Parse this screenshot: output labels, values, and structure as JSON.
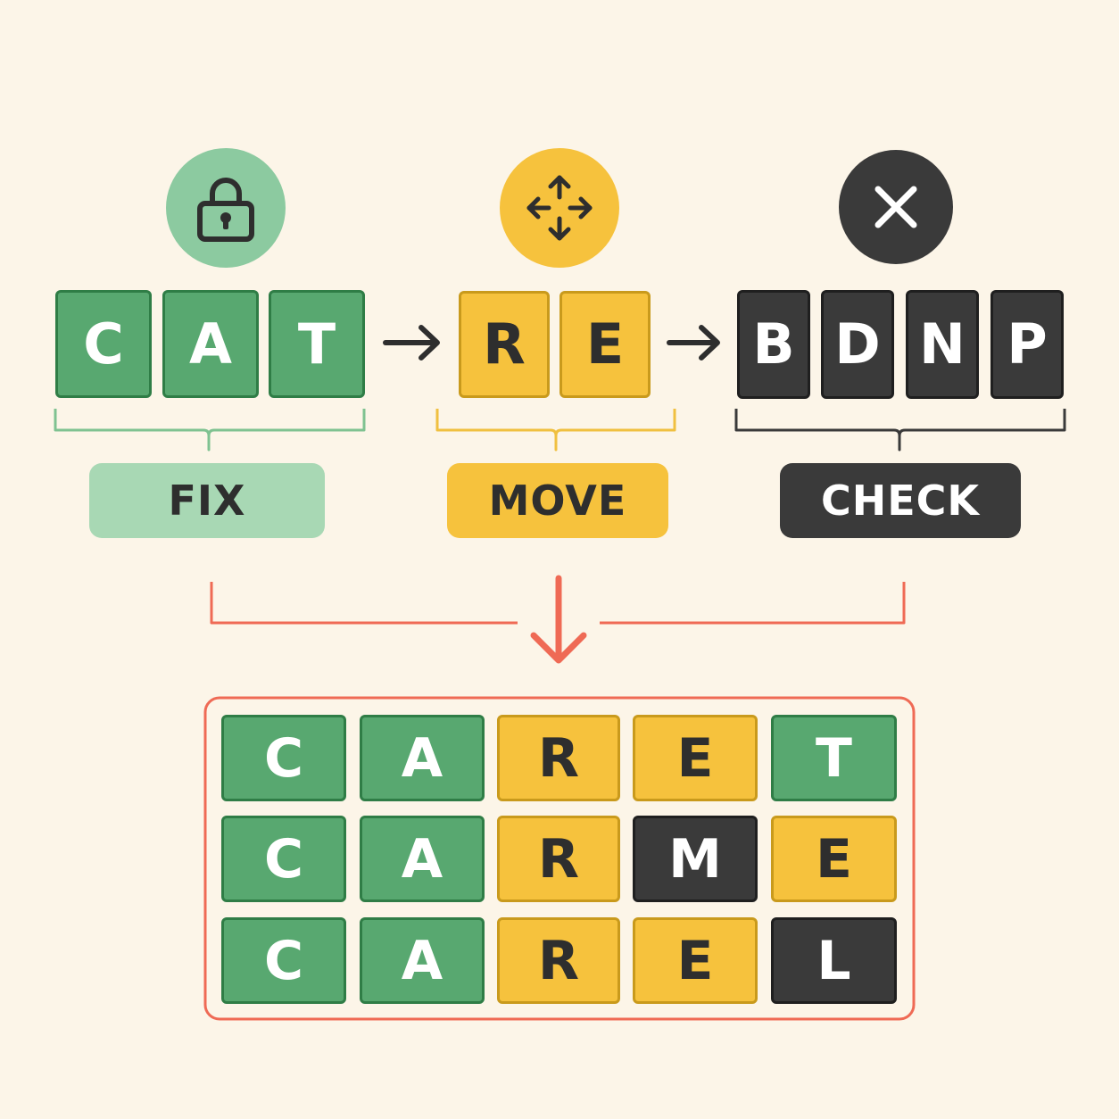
{
  "stages": [
    {
      "icon": "lock-icon",
      "letters": [
        "C",
        "A",
        "T"
      ],
      "label": "FIX",
      "color": "#58a870"
    },
    {
      "icon": "move-arrows-icon",
      "letters": [
        "R",
        "E"
      ],
      "label": "MOVE",
      "color": "#f6c23d"
    },
    {
      "icon": "close-x-icon",
      "letters": [
        "B",
        "D",
        "N",
        "P"
      ],
      "label": "CHECK",
      "color": "#3a3a3a"
    }
  ],
  "result_grid": [
    [
      "C",
      "A",
      "R",
      "E",
      "T"
    ],
    [
      "C",
      "A",
      "R",
      "M",
      "E"
    ],
    [
      "C",
      "A",
      "R",
      "E",
      "L"
    ]
  ],
  "result_grid_states": [
    [
      "green",
      "green",
      "yellow",
      "yellow",
      "green"
    ],
    [
      "green",
      "green",
      "yellow",
      "dark",
      "yellow"
    ],
    [
      "green",
      "green",
      "yellow",
      "yellow",
      "dark"
    ]
  ],
  "colors": {
    "fix": "#58a870",
    "fix_label_bg": "#a8d8b4",
    "move": "#f6c23d",
    "check": "#3a3a3a",
    "merge_arrow": "#ef6a55",
    "background": "#fcf5e8"
  }
}
